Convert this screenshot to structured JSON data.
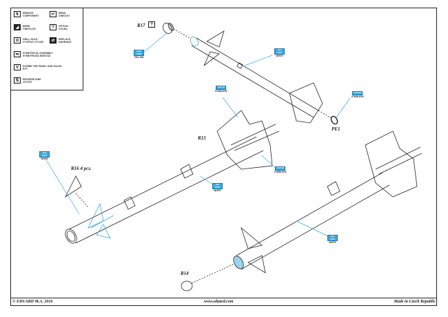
{
  "legend": {
    "items": [
      {
        "icon": "remove-icon",
        "glyph": "↯",
        "text": "Remove\nComponent"
      },
      {
        "icon": "bend-icon",
        "glyph": "↵",
        "text": "Bend\nCinkout"
      },
      {
        "icon": "bend-dimension-icon",
        "glyph": "◢",
        "text": "Bend\nCinkolist"
      },
      {
        "icon": "option-icon",
        "glyph": "?",
        "text": "Option\nVolba"
      },
      {
        "icon": "drill-hole-icon",
        "glyph": "⊙",
        "text": "Drill hole\nVyvrtat otvor"
      },
      {
        "icon": "replace-icon",
        "glyph": "⇄",
        "text": "Replace\nNahradit"
      },
      {
        "icon": "symmetrical-assembly-icon",
        "glyph": "⇋",
        "text": "Symetrical assembly\nSymetrická montáž"
      },
      {
        "icon": "scribe-icon",
        "glyph": "V",
        "text": "Scribe the panel and holes\nRýt"
      },
      {
        "icon": "reverse-side-icon",
        "glyph": "⇅",
        "text": "Reverse side\nOtočit"
      }
    ]
  },
  "parts": {
    "r17": "R17",
    "r15": "R15",
    "r16": "R16  4 pcs.",
    "r14": "R14",
    "pe1": "PE1"
  },
  "paint_callouts": [
    {
      "id": "yellow",
      "code1": "H413",
      "code2": "C329",
      "name": "YELLOW"
    },
    {
      "id": "white-top",
      "code1": "H11",
      "code2": "C314",
      "name": "WHITE"
    },
    {
      "id": "stainless-top",
      "code1": "TOP-93",
      "code2": "",
      "name": "STAINLESS"
    },
    {
      "id": "stainless-mid",
      "code1": "TOP-93",
      "code2": "",
      "name": "STAINLESS"
    },
    {
      "id": "stainless-fin",
      "code1": "TOP-93",
      "code2": "",
      "name": "STAINLESS"
    },
    {
      "id": "white-left",
      "code1": "H11",
      "code2": "C314",
      "name": "WHITE"
    },
    {
      "id": "white-mid",
      "code1": "H11",
      "code2": "C314",
      "name": "WHITE"
    },
    {
      "id": "white-right",
      "code1": "H11",
      "code2": "C314",
      "name": "WHITE"
    }
  ],
  "footer": {
    "copyright": "© EDUARD M.A. 2016",
    "website": "www.eduard.com",
    "origin": "Made in Czech Republic"
  },
  "colors": {
    "paint_accent": "#3aa9dc",
    "line": "#222222"
  }
}
